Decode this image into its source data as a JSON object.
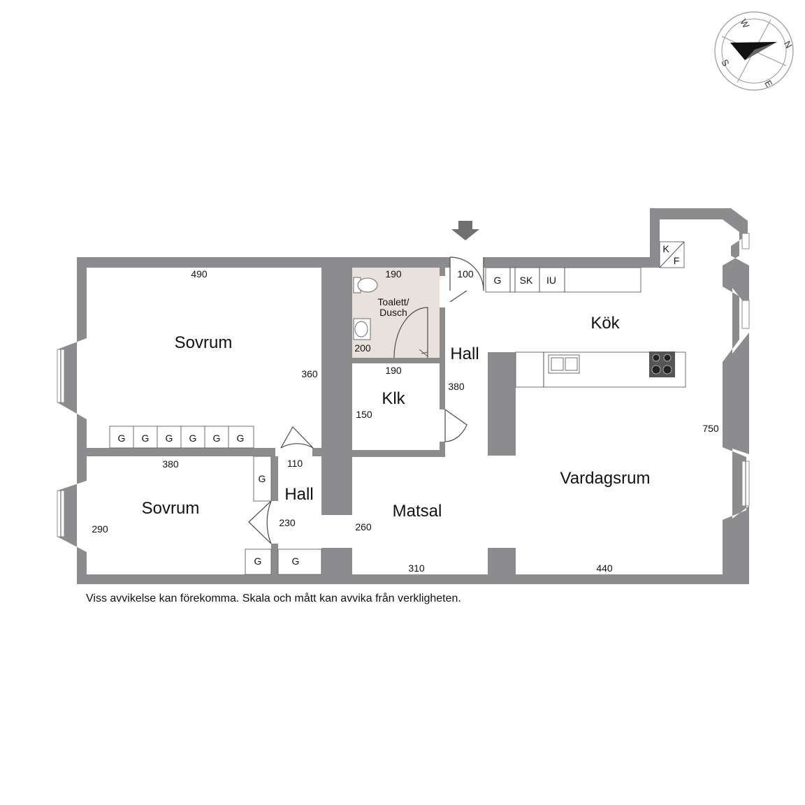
{
  "rooms": {
    "sovrum_top": "Sovrum",
    "sovrum_bottom": "Sovrum",
    "toalett_line1": "Toalett/",
    "toalett_line2": "Dusch",
    "klk": "Klk",
    "hall_right": "Hall",
    "hall_left": "Hall",
    "kok": "Kök",
    "vardagsrum": "Vardagsrum",
    "matsal": "Matsal"
  },
  "dimensions": {
    "sovrum_top_width": "490",
    "sovrum_top_height": "360",
    "toalett_width": "190",
    "toalett_height": "200",
    "door_entry": "100",
    "klk_width": "190",
    "klk_height": "150",
    "hall_height": "380",
    "sovrum_bottom_width": "380",
    "sovrum_bottom_height": "290",
    "hall_left_width": "110",
    "hall_left_height": "230",
    "matsal_height": "260",
    "matsal_width": "310",
    "vardagsrum_width": "440",
    "vardagsrum_height": "750"
  },
  "cabinets": {
    "wardrobe": "G",
    "kitchen_g": "G",
    "kitchen_sk": "SK",
    "kitchen_iu": "IU",
    "kf_k": "K",
    "kf_f": "F"
  },
  "compass": {
    "n": "N",
    "e": "E",
    "s": "S",
    "w": "W"
  },
  "disclaimer": "Viss avvikelse kan förekomma. Skala och mått kan avvika från verkligheten.",
  "colors": {
    "wall": "#8c8c8e",
    "bathroom_floor": "#e9e2dc",
    "text": "#111111"
  }
}
